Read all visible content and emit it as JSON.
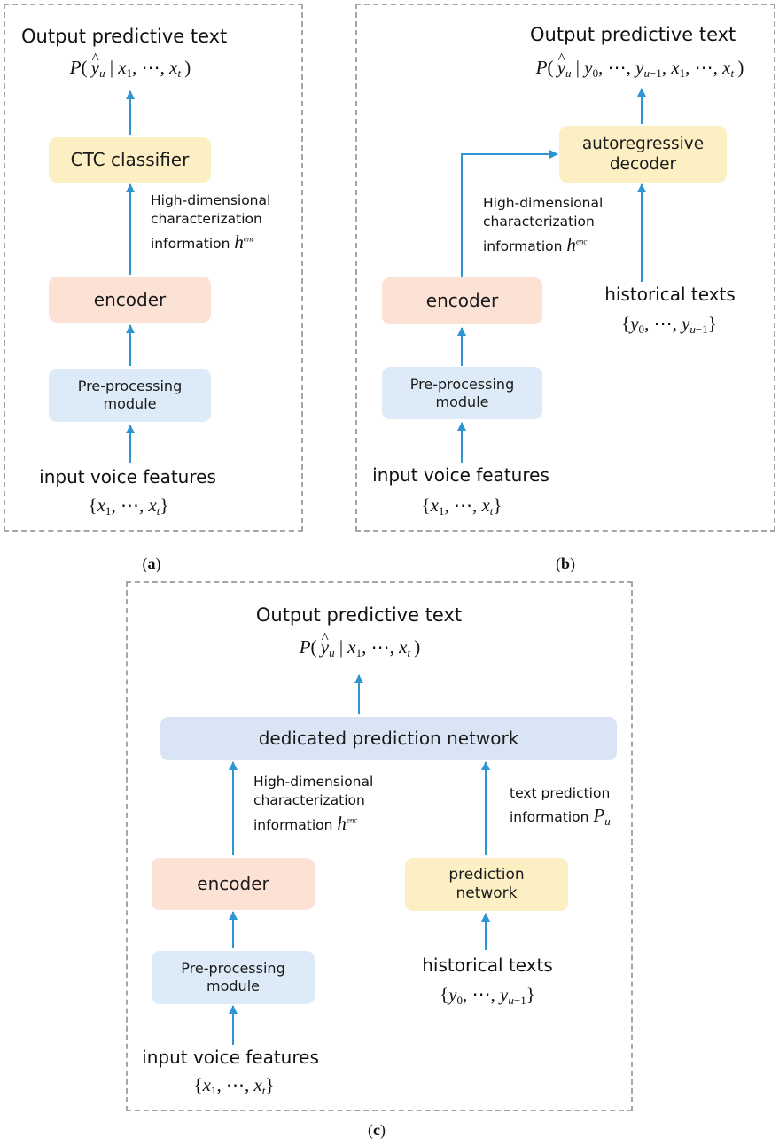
{
  "output_title": "Output predictive text",
  "encoder": "encoder",
  "preprocessing": "Pre-processing module",
  "input_features": "input voice features",
  "hidden_info": {
    "line1": "High-dimensional",
    "line2": "characterization",
    "line3": "information",
    "symbol": "h",
    "sup": "enc"
  },
  "historical_texts": "historical texts",
  "panel_a": {
    "caption": "a",
    "classifier": "CTC classifier",
    "output_formula": "P(ŷ_u | x_1, ⋯, x_t)",
    "input_formula": "{x_1, ⋯, x_t}"
  },
  "panel_b": {
    "caption": "b",
    "decoder": "autoregressive decoder",
    "output_formula": "P(ŷ_u | y_0, ⋯, y_u−1, x_1, ⋯, x_t)",
    "input_formula": "{x_1, ⋯, x_t}",
    "history_formula": "{y_0, ⋯, y_u−1}"
  },
  "panel_c": {
    "caption": "c",
    "joint": "dedicated prediction network",
    "prediction_network": "prediction network",
    "text_pred_line1": "text prediction",
    "text_pred_line2": "information",
    "text_pred_symbol": "P",
    "text_pred_sub": "u",
    "output_formula": "P(ŷ_u | x_1, ⋯, x_t)",
    "input_formula": "{x_1, ⋯, x_t}",
    "history_formula": "{y_0, ⋯, y_u−1}"
  },
  "colors": {
    "arrow": "#2e95d3",
    "encoder_fill": "#fce2d5",
    "preprocessing_fill": "#dcebf7",
    "classifier_fill": "#fdefc4",
    "joint_fill": "#d9e4f5",
    "dashed_border": "#a6a6a6"
  }
}
